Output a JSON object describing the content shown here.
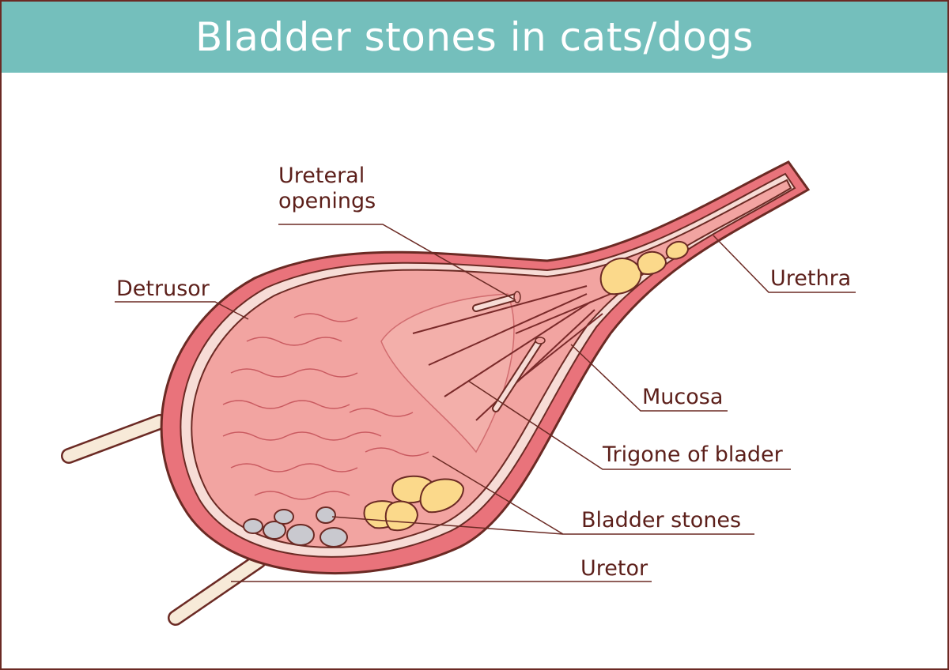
{
  "title": "Bladder stones in cats/dogs",
  "labels": {
    "ureteral_openings": [
      "Ureteral",
      "openings"
    ],
    "detrusor": "Detrusor",
    "urethra": "Urethra",
    "mucosa": "Mucosa",
    "trigone": "Trigone of blader",
    "bladder_stones": "Bladder stones",
    "uretor": "Uretor"
  },
  "colors": {
    "header": "#74bfbc",
    "outline": "#6b2a24",
    "wall": "#e9737b",
    "lumen": "#f2a4a1",
    "yellow_stone": "#fbd98b",
    "grey_stone": "#c9c9cf",
    "ureter": "#f7ead8"
  }
}
